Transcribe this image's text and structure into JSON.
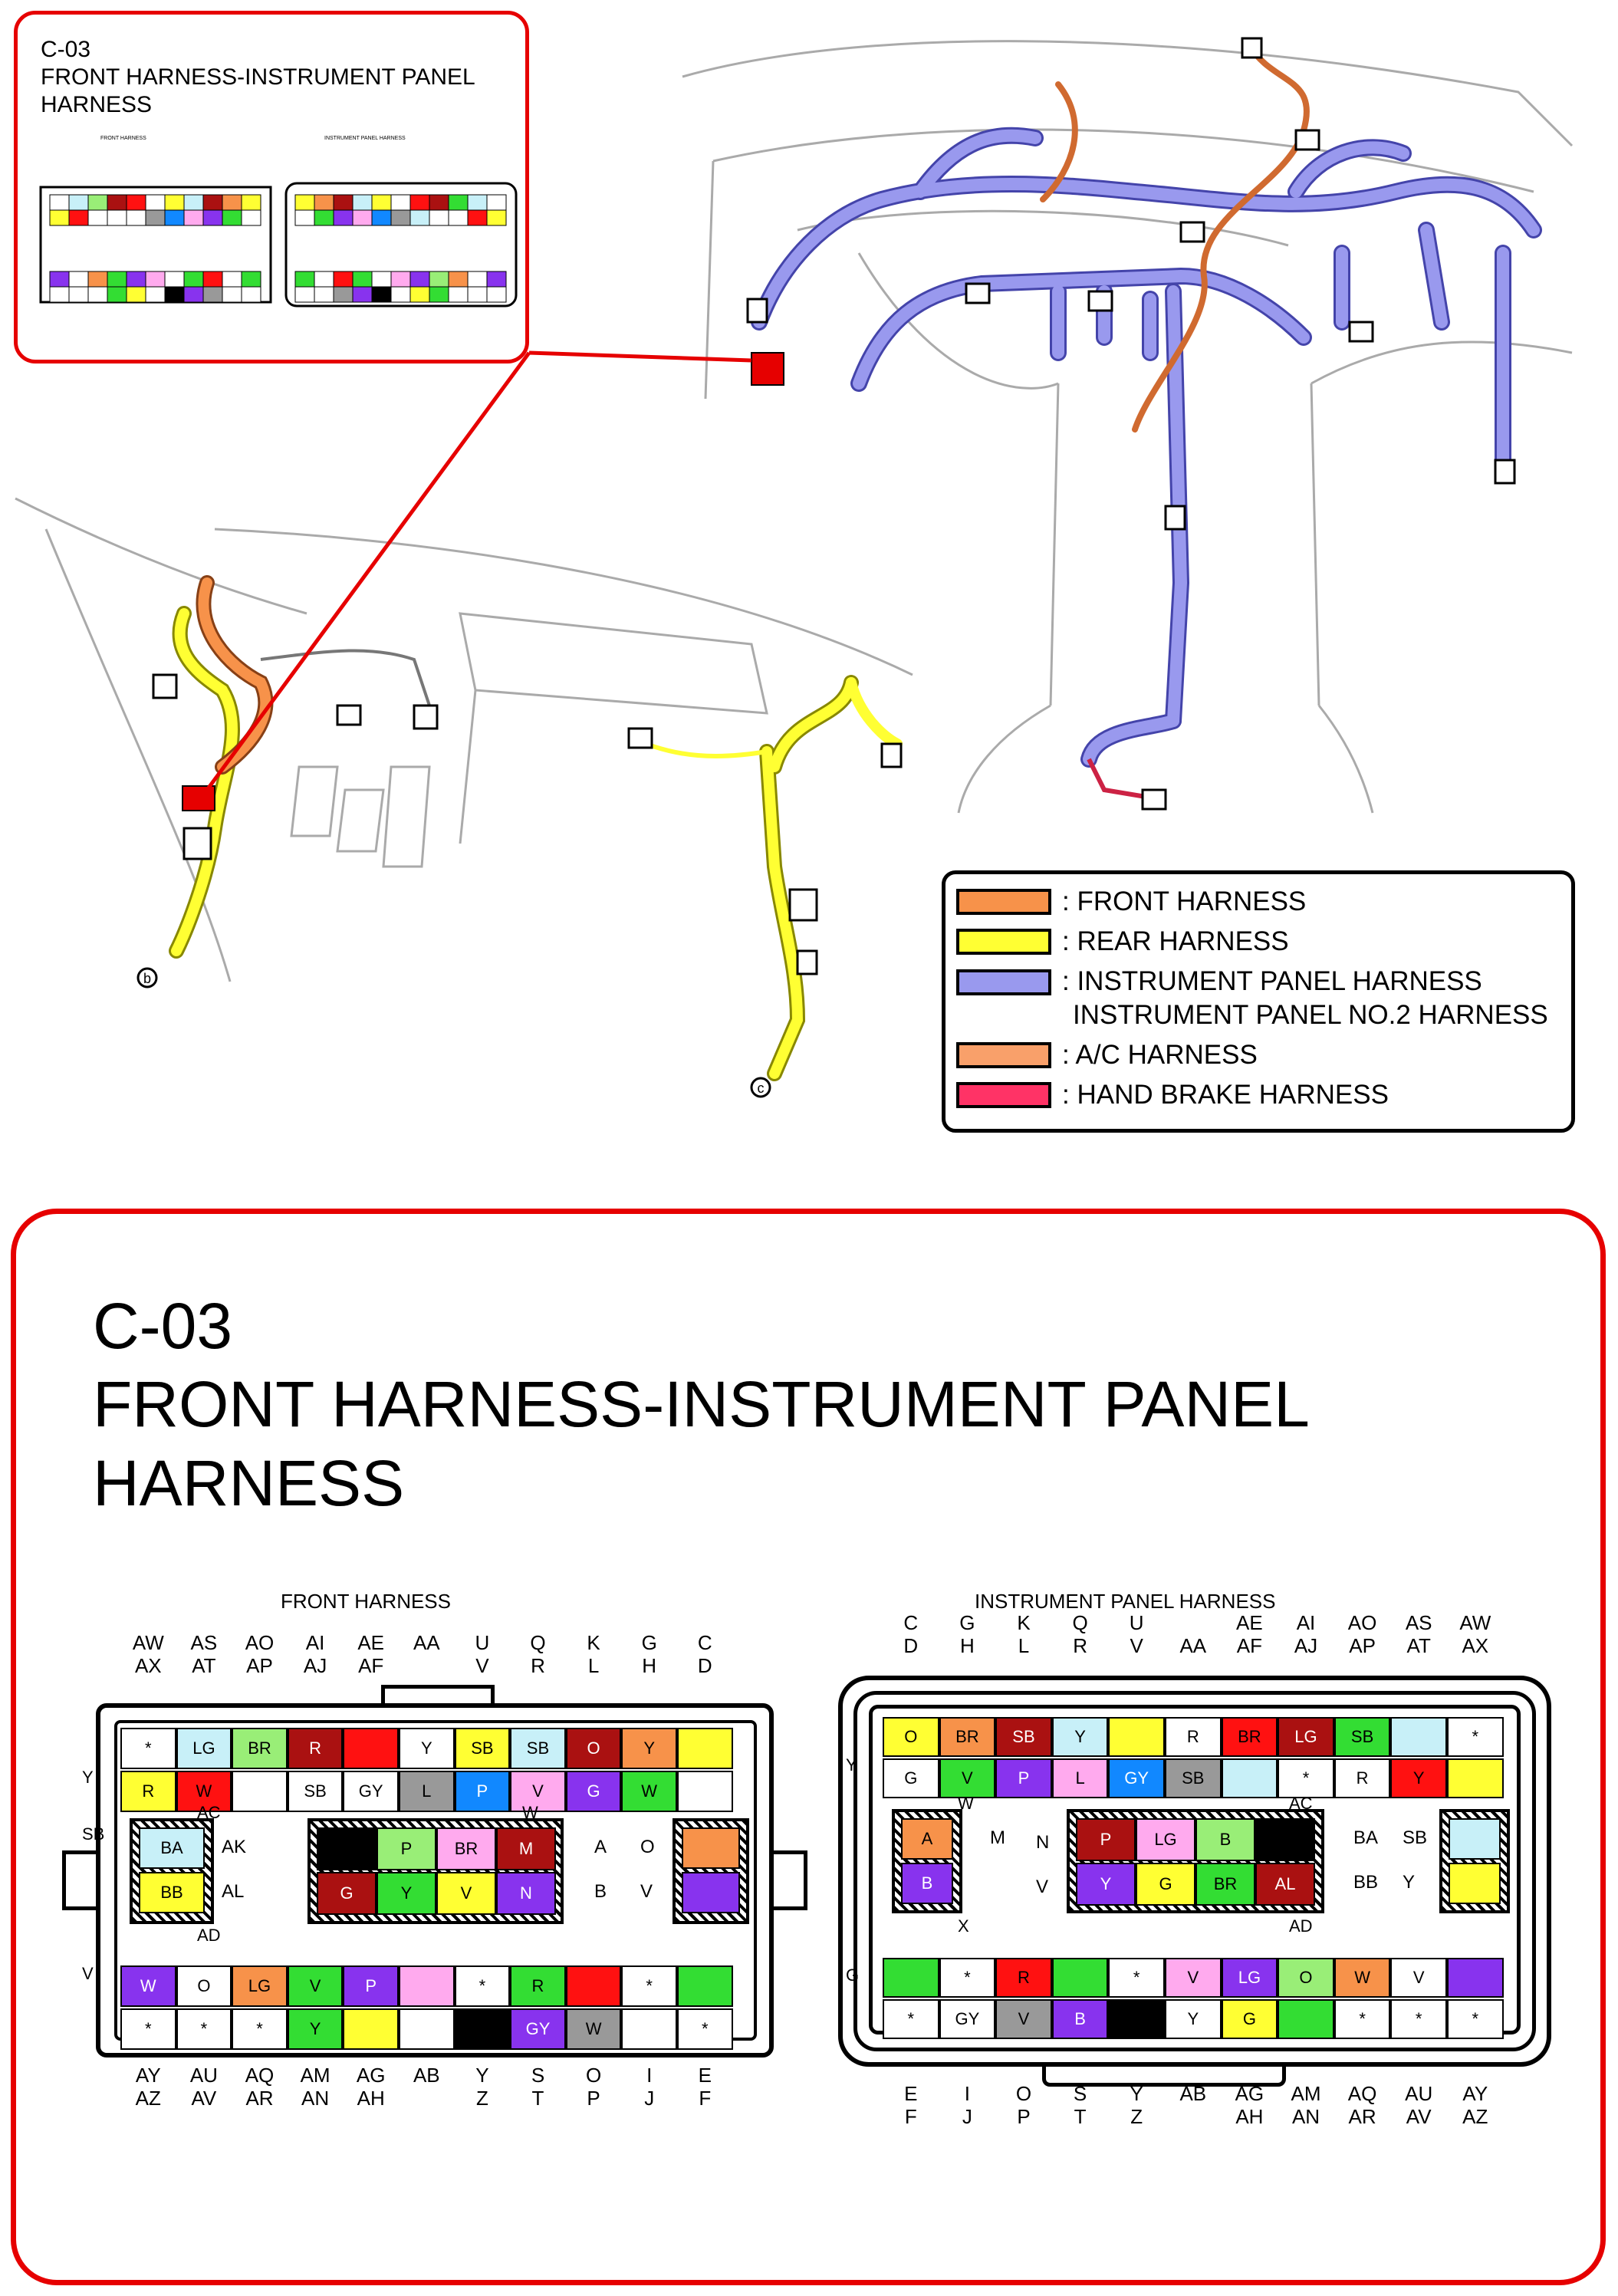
{
  "inset": {
    "title_lines": [
      "C-03",
      "FRONT HARNESS-INSTRUMENT PANEL",
      "HARNESS"
    ],
    "front_caption": "FRONT HARNESS",
    "ip_caption": "INSTRUMENT PANEL HARNESS"
  },
  "callouts": {
    "b": "b",
    "c": "c"
  },
  "legend": [
    {
      "label": ": FRONT HARNESS",
      "color": "#f7924a"
    },
    {
      "label": ": REAR HARNESS",
      "color": "#ffff33"
    },
    {
      "label": ": INSTRUMENT PANEL HARNESS",
      "label2": "INSTRUMENT PANEL NO.2 HARNESS",
      "color": "#9999ee"
    },
    {
      "label": ": A/C HARNESS",
      "color": "#f9a06a"
    },
    {
      "label": ": HAND BRAKE HARNESS",
      "color": "#ff3366"
    }
  ],
  "main": {
    "title_lines": [
      "C-03",
      "FRONT HARNESS-INSTRUMENT PANEL",
      "HARNESS"
    ],
    "front": {
      "caption": "FRONT HARNESS",
      "top_labels": [
        [
          "AW",
          "AX"
        ],
        [
          "AS",
          "AT"
        ],
        [
          "AO",
          "AP"
        ],
        [
          "AI",
          "AJ"
        ],
        [
          "AE",
          "AF"
        ],
        [
          "AA",
          ""
        ],
        [
          "U",
          "V"
        ],
        [
          "Q",
          "R"
        ],
        [
          "K",
          "L"
        ],
        [
          "G",
          "H"
        ],
        [
          "C",
          "D"
        ]
      ],
      "bottom_labels": [
        [
          "AY",
          "AZ"
        ],
        [
          "AU",
          "AV"
        ],
        [
          "AQ",
          "AR"
        ],
        [
          "AM",
          "AN"
        ],
        [
          "AG",
          "AH"
        ],
        [
          "AB",
          ""
        ],
        [
          "Y",
          "Z"
        ],
        [
          "S",
          "T"
        ],
        [
          "O",
          "P"
        ],
        [
          "I",
          "J"
        ],
        [
          "E",
          "F"
        ]
      ],
      "row1": [
        "*",
        "LG",
        "BR",
        "R",
        "",
        "Y",
        "SB",
        "SB",
        "O",
        "Y",
        ""
      ],
      "row1_colors": [
        "#ffffff",
        "#c8f0f8",
        "#99ee77",
        "#aa1111",
        "#ff1111",
        "#ffffff",
        "#ffff33",
        "#c8f0f8",
        "#aa1111",
        "#f7924a",
        "#ffff33"
      ],
      "row2": [
        "R",
        "W",
        "",
        "SB",
        "GY",
        "L",
        "P",
        "V",
        "G",
        "W",
        ""
      ],
      "row2_colors": [
        "#ffff33",
        "#ff1111",
        "#ffffff",
        "#ffffff",
        "#ffffff",
        "#999999",
        "#1188ff",
        "#ffaaee",
        "#8833ee",
        "#33dd33",
        "#ffffff"
      ],
      "mid_left": [
        [
          "BA",
          "AK"
        ],
        [
          "BB",
          "AL"
        ]
      ],
      "mid_left_colors": [
        "#c8f0f8",
        "#ffff33"
      ],
      "mid_center_top": [
        "",
        "P",
        "BR",
        "M"
      ],
      "mid_center_top_colors": [
        "#000000",
        "#99ee77",
        "#ffaaee",
        "#aa1111"
      ],
      "mid_center_bot": [
        "G",
        "Y",
        "V",
        "N"
      ],
      "mid_center_bot_colors": [
        "#aa1111",
        "#33dd33",
        "#ffff33",
        "#8833ee"
      ],
      "mid_right_labels": [
        [
          "A",
          "O"
        ],
        [
          "B",
          "V"
        ]
      ],
      "mid_right_colors": [
        "#f7924a",
        "#8833ee"
      ],
      "side_labels": {
        "ac": "AC",
        "w": "W",
        "ad": "AD",
        "sb": "SB",
        "y": "Y",
        "v": "V"
      },
      "row3": [
        "W",
        "O",
        "LG",
        "V",
        "P",
        "",
        "*",
        "R",
        "",
        "*",
        ""
      ],
      "row3_colors": [
        "#8833ee",
        "#ffffff",
        "#f7924a",
        "#33dd33",
        "#8833ee",
        "#ffaaee",
        "#ffffff",
        "#33dd33",
        "#ff1111",
        "#ffffff",
        "#33dd33"
      ],
      "row4": [
        "*",
        "*",
        "*",
        "Y",
        "",
        "",
        "",
        "GY",
        "W",
        "",
        "*"
      ],
      "row4_colors": [
        "#ffffff",
        "#ffffff",
        "#ffffff",
        "#33dd33",
        "#ffff33",
        "#ffffff",
        "#000000",
        "#8833ee",
        "#999999",
        "#ffffff",
        "#ffffff"
      ]
    },
    "ip": {
      "caption": "INSTRUMENT PANEL HARNESS",
      "top_labels": [
        [
          "C",
          "D"
        ],
        [
          "G",
          "H"
        ],
        [
          "K",
          "L"
        ],
        [
          "Q",
          "R"
        ],
        [
          "U",
          "V"
        ],
        [
          "",
          "AA"
        ],
        [
          "AE",
          "AF"
        ],
        [
          "AI",
          "AJ"
        ],
        [
          "AO",
          "AP"
        ],
        [
          "AS",
          "AT"
        ],
        [
          "AW",
          "AX"
        ]
      ],
      "bottom_labels": [
        [
          "E",
          "F"
        ],
        [
          "I",
          "J"
        ],
        [
          "O",
          "P"
        ],
        [
          "S",
          "T"
        ],
        [
          "Y",
          "Z"
        ],
        [
          "AB",
          ""
        ],
        [
          "AG",
          "AH"
        ],
        [
          "AM",
          "AN"
        ],
        [
          "AQ",
          "AR"
        ],
        [
          "AU",
          "AV"
        ],
        [
          "AY",
          "AZ"
        ]
      ],
      "row1": [
        "O",
        "BR",
        "SB",
        "Y",
        "",
        "R",
        "BR",
        "LG",
        "SB",
        "",
        "*"
      ],
      "row1_colors": [
        "#ffff33",
        "#f7924a",
        "#aa1111",
        "#c8f0f8",
        "#ffff33",
        "#ffffff",
        "#ff1111",
        "#aa1111",
        "#33dd33",
        "#c8f0f8",
        "#ffffff"
      ],
      "row2": [
        "G",
        "V",
        "P",
        "L",
        "GY",
        "SB",
        "",
        "*",
        "R",
        "Y",
        ""
      ],
      "row2_colors": [
        "#ffffff",
        "#33dd33",
        "#8833ee",
        "#ffaaee",
        "#1188ff",
        "#999999",
        "#c8f0f8",
        "#ffffff",
        "#ffffff",
        "#ff1111",
        "#ffff33"
      ],
      "mid_left": [
        "A",
        "B"
      ],
      "mid_left_colors": [
        "#f7924a",
        "#8833ee"
      ],
      "mid_left_labels": [
        [
          "M",
          "N"
        ],
        [
          "",
          "V"
        ]
      ],
      "mid_center_top": [
        "P",
        "LG",
        "B",
        ""
      ],
      "mid_center_top_colors": [
        "#aa1111",
        "#ffaaee",
        "#99ee77",
        "#000000"
      ],
      "mid_center_bot": [
        "Y",
        "G",
        "BR",
        "AL"
      ],
      "mid_center_bot_colors": [
        "#8833ee",
        "#ffff33",
        "#33dd33",
        "#aa1111"
      ],
      "mid_right_labels": [
        [
          "BA",
          "SB"
        ],
        [
          "BB",
          "Y"
        ]
      ],
      "mid_right_colors": [
        "#c8f0f8",
        "#ffff33"
      ],
      "side_labels": {
        "w": "W",
        "x": "X",
        "ac": "AC",
        "ad": "AD",
        "y": "Y",
        "g": "G"
      },
      "row3": [
        "",
        "*",
        "R",
        "",
        "*",
        "V",
        "LG",
        "O",
        "W",
        "V",
        ""
      ],
      "row3_colors": [
        "#33dd33",
        "#ffffff",
        "#ff1111",
        "#33dd33",
        "#ffffff",
        "#ffaaee",
        "#8833ee",
        "#99ee77",
        "#f7924a",
        "#ffffff",
        "#8833ee"
      ],
      "row4": [
        "*",
        "GY",
        "V",
        "B",
        "",
        "Y",
        "G",
        "",
        "*",
        "*",
        "*"
      ],
      "row4_colors": [
        "#ffffff",
        "#ffffff",
        "#999999",
        "#8833ee",
        "#000000",
        "#ffffff",
        "#ffff33",
        "#33dd33",
        "#ffffff",
        "#ffffff",
        "#ffffff"
      ]
    }
  }
}
